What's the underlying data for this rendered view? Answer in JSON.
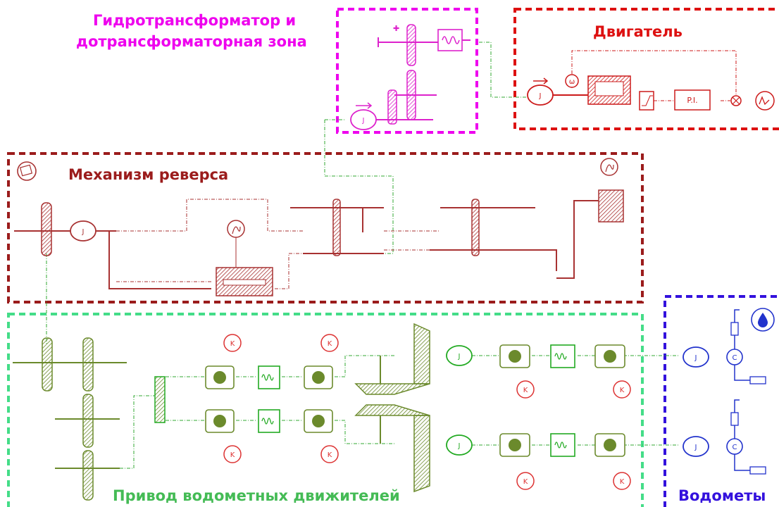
{
  "zones": {
    "converter": {
      "title_line1": "Гидротрансформатор и",
      "title_line2": "дотрансформаторная зона",
      "color": "#ee00ee"
    },
    "engine": {
      "title": "Двигатель",
      "color": "#dd1111"
    },
    "reverse": {
      "title": "Механизм реверса",
      "color": "#9b1c1c"
    },
    "drive": {
      "title": "Привод водометных движителей",
      "color": "#44bb55"
    },
    "jets": {
      "title": "Водометы",
      "color": "#3311dd"
    }
  },
  "block_labels": {
    "inertia": "J",
    "controller": "P.I.",
    "omega": "ω",
    "stiffness": "K",
    "compliance": "C"
  },
  "colors": {
    "engine_part": "#cc1a1a",
    "reverse_part": "#a83232",
    "drive_part": "#6b8a2c",
    "drive_bright": "#22aa22",
    "jet_part": "#2233cc",
    "signal_red": "#dd3333",
    "signal_green": "#33aa33",
    "converter_part": "#dd22cc"
  }
}
